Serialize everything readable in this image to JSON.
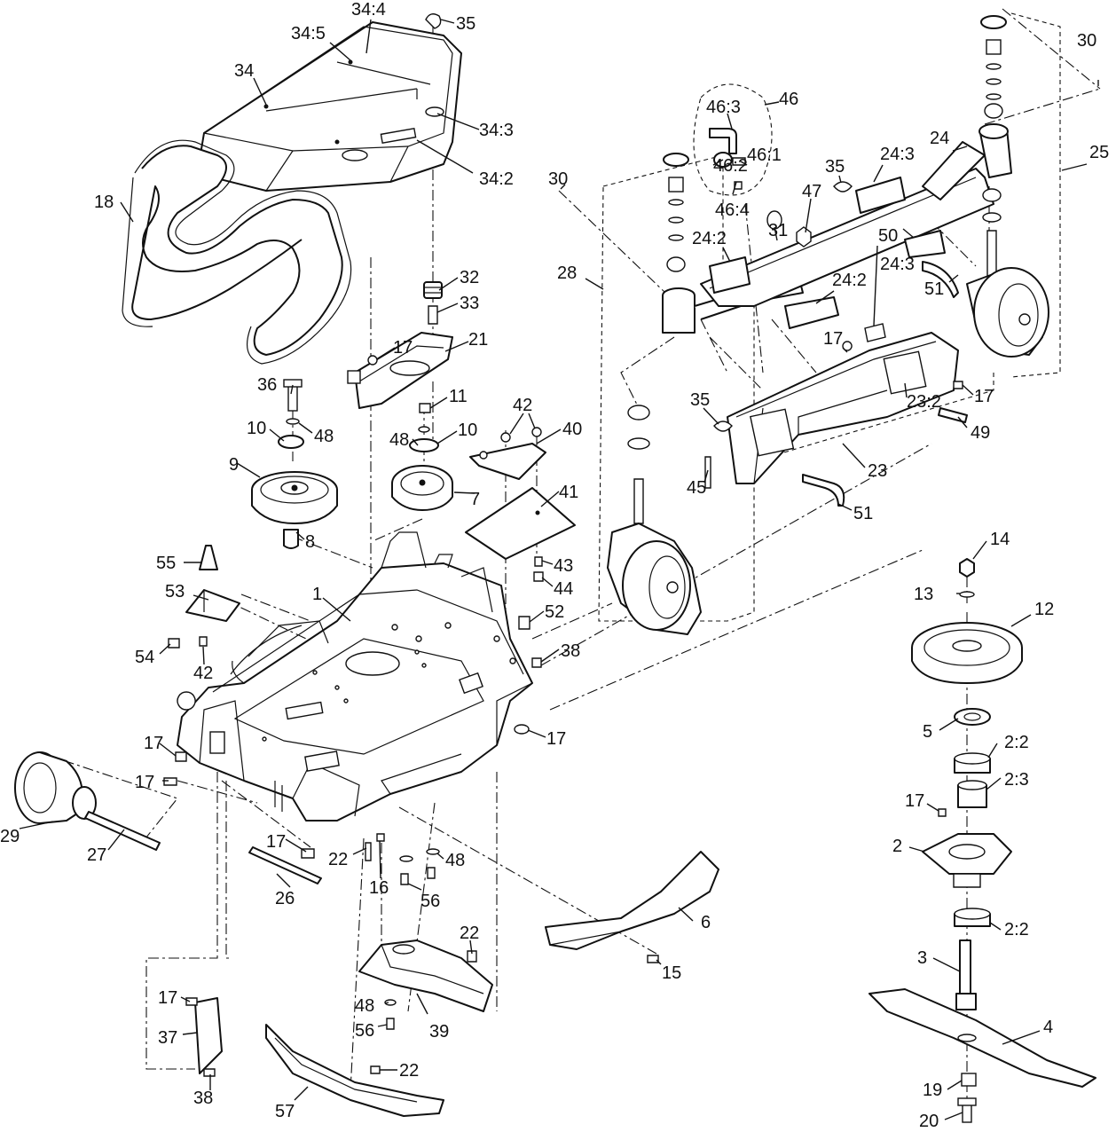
{
  "callouts": [
    {
      "id": "c34-4",
      "text": "34:4"
    },
    {
      "id": "c35-top",
      "text": "35"
    },
    {
      "id": "c34-5",
      "text": "34:5"
    },
    {
      "id": "c34",
      "text": "34"
    },
    {
      "id": "c34-3",
      "text": "34:3"
    },
    {
      "id": "c34-2",
      "text": "34:2"
    },
    {
      "id": "c18",
      "text": "18"
    },
    {
      "id": "c32",
      "text": "32"
    },
    {
      "id": "c33",
      "text": "33"
    },
    {
      "id": "c17-a",
      "text": "17"
    },
    {
      "id": "c21",
      "text": "21"
    },
    {
      "id": "c36",
      "text": "36"
    },
    {
      "id": "c11",
      "text": "11"
    },
    {
      "id": "c42-a",
      "text": "42"
    },
    {
      "id": "c10-a",
      "text": "10"
    },
    {
      "id": "c48-a",
      "text": "48"
    },
    {
      "id": "c48-b",
      "text": "48"
    },
    {
      "id": "c10-b",
      "text": "10"
    },
    {
      "id": "c40",
      "text": "40"
    },
    {
      "id": "c9",
      "text": "9"
    },
    {
      "id": "c7",
      "text": "7"
    },
    {
      "id": "c41",
      "text": "41"
    },
    {
      "id": "c8",
      "text": "8"
    },
    {
      "id": "c55",
      "text": "55"
    },
    {
      "id": "c43",
      "text": "43"
    },
    {
      "id": "c44",
      "text": "44"
    },
    {
      "id": "c53",
      "text": "53"
    },
    {
      "id": "c1",
      "text": "1"
    },
    {
      "id": "c52",
      "text": "52"
    },
    {
      "id": "c54",
      "text": "54"
    },
    {
      "id": "c42-b",
      "text": "42"
    },
    {
      "id": "c38-a",
      "text": "38"
    },
    {
      "id": "c17-b",
      "text": "17"
    },
    {
      "id": "c17-c",
      "text": "17"
    },
    {
      "id": "c17-d",
      "text": "17"
    },
    {
      "id": "c29",
      "text": "29"
    },
    {
      "id": "c27",
      "text": "27"
    },
    {
      "id": "c17-e",
      "text": "17"
    },
    {
      "id": "c22-a",
      "text": "22"
    },
    {
      "id": "c16",
      "text": "16"
    },
    {
      "id": "c48-c",
      "text": "48"
    },
    {
      "id": "c26",
      "text": "26"
    },
    {
      "id": "c56-a",
      "text": "56"
    },
    {
      "id": "c6",
      "text": "6"
    },
    {
      "id": "c22-b",
      "text": "22"
    },
    {
      "id": "c15",
      "text": "15"
    },
    {
      "id": "c17-f",
      "text": "17"
    },
    {
      "id": "c48-d",
      "text": "48"
    },
    {
      "id": "c39",
      "text": "39"
    },
    {
      "id": "c37",
      "text": "37"
    },
    {
      "id": "c56-b",
      "text": "56"
    },
    {
      "id": "c22-c",
      "text": "22"
    },
    {
      "id": "c38-b",
      "text": "38"
    },
    {
      "id": "c57",
      "text": "57"
    },
    {
      "id": "c46",
      "text": "46"
    },
    {
      "id": "c46-3",
      "text": "46:3"
    },
    {
      "id": "c30-a",
      "text": "30"
    },
    {
      "id": "c46-1",
      "text": "46:1"
    },
    {
      "id": "c24",
      "text": "24"
    },
    {
      "id": "c35-b",
      "text": "35"
    },
    {
      "id": "c24-3a",
      "text": "24:3"
    },
    {
      "id": "c25",
      "text": "25"
    },
    {
      "id": "c46-2",
      "text": "46:2"
    },
    {
      "id": "c47",
      "text": "47"
    },
    {
      "id": "c46-4",
      "text": "46:4"
    },
    {
      "id": "c31",
      "text": "31"
    },
    {
      "id": "c30-b",
      "text": "30"
    },
    {
      "id": "c24-2a",
      "text": "24:2"
    },
    {
      "id": "c24-3b",
      "text": "24:3"
    },
    {
      "id": "c28",
      "text": "28"
    },
    {
      "id": "c51-a",
      "text": "51"
    },
    {
      "id": "c24-2b",
      "text": "24:2"
    },
    {
      "id": "c50",
      "text": "50"
    },
    {
      "id": "c17-g",
      "text": "17"
    },
    {
      "id": "c17-h",
      "text": "17"
    },
    {
      "id": "c35-c",
      "text": "35"
    },
    {
      "id": "c23-2",
      "text": "23:2"
    },
    {
      "id": "c49",
      "text": "49"
    },
    {
      "id": "c23",
      "text": "23"
    },
    {
      "id": "c45",
      "text": "45"
    },
    {
      "id": "c51-b",
      "text": "51"
    },
    {
      "id": "c14",
      "text": "14"
    },
    {
      "id": "c13",
      "text": "13"
    },
    {
      "id": "c12",
      "text": "12"
    },
    {
      "id": "c5",
      "text": "5"
    },
    {
      "id": "c2-2a",
      "text": "2:2"
    },
    {
      "id": "c2-3",
      "text": "2:3"
    },
    {
      "id": "c17-i",
      "text": "17"
    },
    {
      "id": "c2",
      "text": "2"
    },
    {
      "id": "c2-2b",
      "text": "2:2"
    },
    {
      "id": "c3",
      "text": "3"
    },
    {
      "id": "c4",
      "text": "4"
    },
    {
      "id": "c19",
      "text": "19"
    },
    {
      "id": "c20",
      "text": "20"
    }
  ]
}
